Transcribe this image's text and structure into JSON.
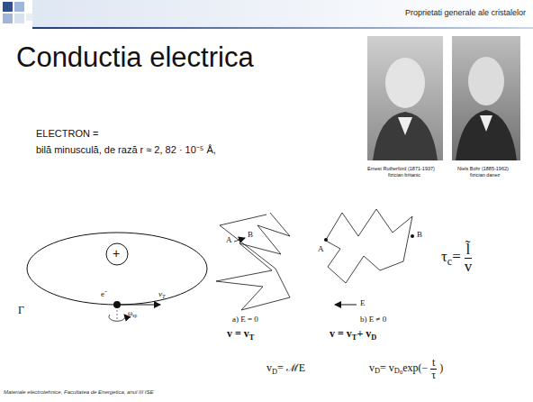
{
  "diagram": {
    "title": "Conductia electrica",
    "labels": [
      "Proprietati generale ale cristalelor",
      "ELECTRON =",
      "bilă minusculă, de rază r ≈ 2, 82 · 10⁻⁵ Å,",
      "Ernest Rutherford (1871-1937)",
      "fizician britanic",
      "Niels Bohr (1885-1962)",
      "fizician danez",
      "+",
      "e⁻",
      "Γ",
      "v",
      "T",
      "ω",
      "sp",
      "A",
      "B",
      "a) E = 0",
      "v = v",
      "T",
      "A",
      "B",
      "E",
      "b) E ≠ 0",
      "v = v",
      "T",
      "+ v",
      "D",
      "τ",
      "c",
      "=",
      "l̃",
      "v",
      "v",
      "D",
      "= ℳE",
      "v",
      "D",
      "= v",
      "D",
      "0",
      "exp",
      "(−",
      "t",
      "τ",
      ")",
      "Materiale electrotehnice, Facultatea de Energetica, anul III ISE"
    ]
  }
}
